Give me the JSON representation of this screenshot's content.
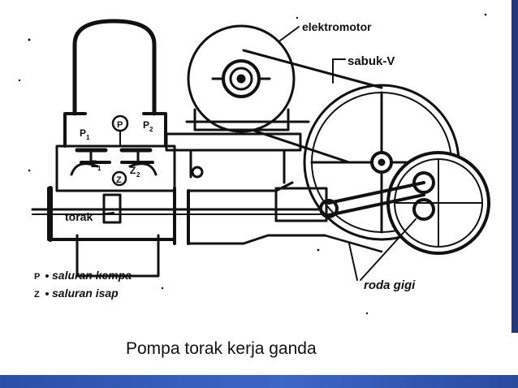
{
  "diagram": {
    "labels": {
      "elektromotor": "elektromotor",
      "sabuk": "sabuk-V",
      "torak": "torak",
      "roda_gigi": "roda gigi",
      "p": "P",
      "p1": "P",
      "p1_sub": "1",
      "p2": "P",
      "p2_sub": "2",
      "z": "Z",
      "z1": "Z",
      "z1_sub": "1",
      "z2": "Z",
      "z2_sub": "2"
    },
    "legend": [
      {
        "key": "P",
        "text": "saluran kempa"
      },
      {
        "key": "Z",
        "text": "saluran isap"
      }
    ]
  },
  "caption": "Pompa  torak kerja ganda",
  "colors": {
    "accent_bar": "#1f3a7a",
    "bottom_bar": "#3c66c7",
    "ink": "#111111"
  }
}
